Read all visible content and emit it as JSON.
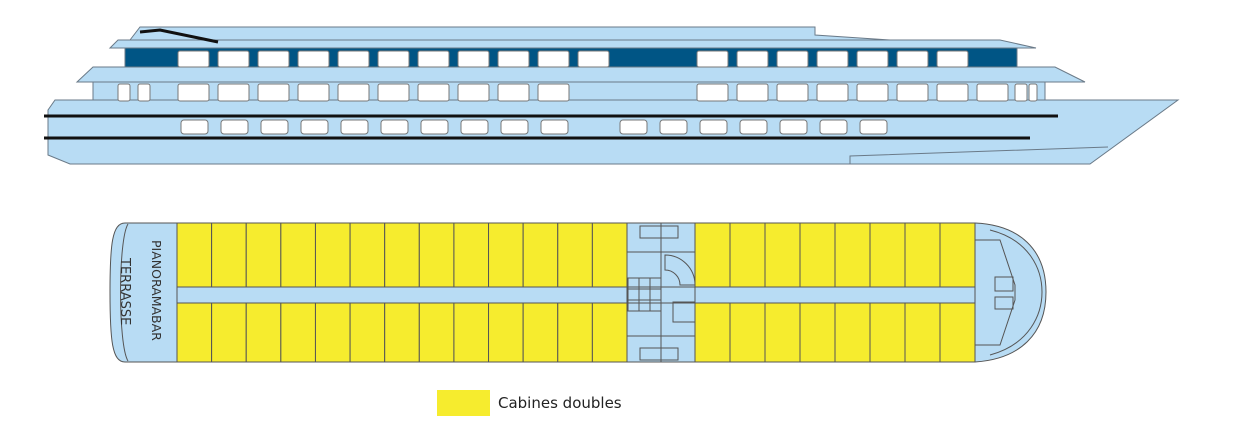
{
  "title": "Ship deck plan",
  "colors": {
    "hull": "#b8dcf4",
    "dark_band": "#005585",
    "cabin": "#f6ec2e",
    "outline": "#555"
  },
  "deck": {
    "aft_label": "TERRASSE",
    "bar_label": "PIANORAMABAR",
    "aft_cabins_per_side": 13,
    "fwd_cabins_per_side": 8
  },
  "legend": [
    {
      "label": "Cabines doubles",
      "color": "#f6ec2e"
    }
  ]
}
